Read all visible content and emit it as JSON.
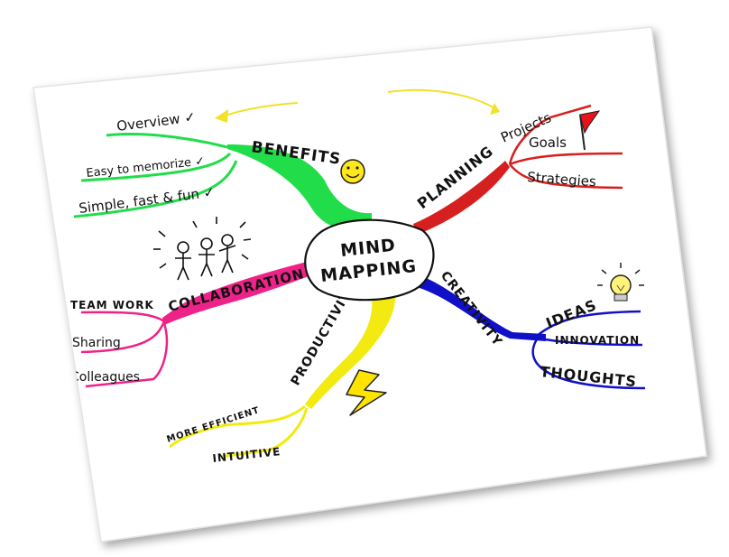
{
  "center": {
    "line1": "MIND",
    "line2": "MAPPING"
  },
  "branches": {
    "benefits": {
      "label": "BENEFITS",
      "color": "#22dd4a",
      "items": [
        "Overview ✓",
        "Easy to memorize ✓",
        "Simple, fast & fun ✓"
      ]
    },
    "planning": {
      "label": "PLANNING",
      "color": "#d62020",
      "items": [
        "Projects",
        "Goals",
        "Strategies"
      ]
    },
    "creativity": {
      "label": "CREATIVITY",
      "color": "#1010c8",
      "items": [
        "IDEAS",
        "INNOVATION",
        "THOUGHTS"
      ]
    },
    "productivity": {
      "label": "PRODUCTIVITY",
      "color": "#f2ea10",
      "items": [
        "MORE EFFICIENT",
        "INTUITIVE"
      ]
    },
    "collaboration": {
      "label": "COLLABORATION",
      "color": "#ee2288",
      "items": [
        "TEAM WORK",
        "Sharing",
        "Colleagues"
      ]
    }
  },
  "icons": [
    "smiley-icon",
    "flag-icon",
    "lightbulb-icon",
    "lightning-icon",
    "stick-figures-icon",
    "arrow-icon"
  ]
}
